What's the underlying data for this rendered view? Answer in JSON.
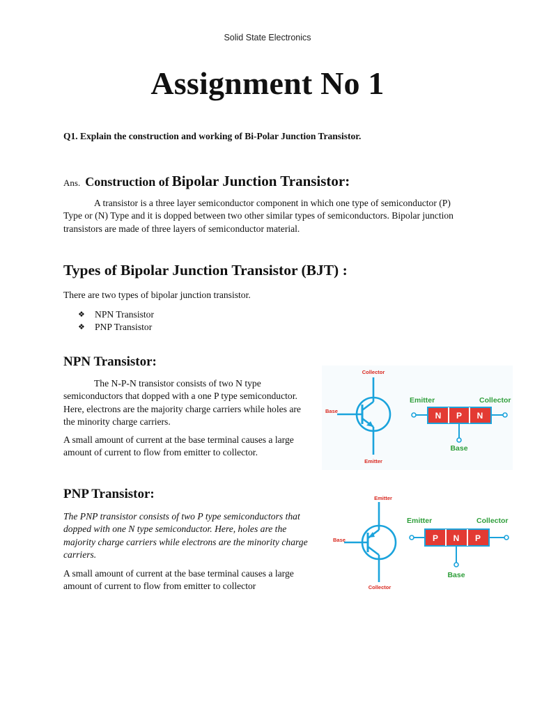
{
  "header": {
    "course": "Solid State Electronics"
  },
  "title": "Assignment No 1",
  "question": "Q1. Explain the construction and working of Bi-Polar Junction Transistor.",
  "answer_heading": {
    "label": "Ans.",
    "text1": "Construction of",
    "text2": "Bipolar Junction Transistor",
    "colon": ":"
  },
  "construction_paragraph": "A transistor is a three layer semiconductor component in which one type of semiconductor (P) Type or (N) Type and it is dopped between two other similar types of semiconductors. Bipolar junction transistors are made of three layers of semiconductor material.",
  "types": {
    "heading": "Types of Bipolar Junction Transistor (BJT) :",
    "intro": "There are two types of bipolar junction transistor.",
    "items": [
      "NPN Transistor",
      "PNP Transistor"
    ],
    "bullet_glyph": "❖"
  },
  "npn": {
    "heading": "NPN Transistor:",
    "para1": "The N-P-N transistor consists of two N type semiconductors that dopped with a one P type semiconductor. Here, electrons are the majority charge carriers while holes are the minority charge carriers.",
    "para2": "A small amount of current at the base terminal causes a large amount of current to flow from emitter to collector.",
    "diagram": {
      "symbol_labels": {
        "top": "Collector",
        "left": "Base",
        "bottom": "Emitter"
      },
      "block_labels": {
        "left": "Emitter",
        "right": "Collector",
        "bottom": "Base"
      },
      "layers": [
        "N",
        "P",
        "N"
      ]
    }
  },
  "pnp": {
    "heading": "PNP Transistor:",
    "para1": "The PNP transistor consists of two P type semiconductors that dopped with one N type semiconductor. Here, holes are the majority charge carriers while electrons are the minority charge carriers.",
    "para2": "A small amount of current at the base terminal causes a large amount of current to flow from emitter to collector",
    "diagram": {
      "symbol_labels": {
        "top": "Emitter",
        "left": "Base",
        "bottom": "Collector"
      },
      "block_labels": {
        "left": "Emitter",
        "right": "Collector",
        "bottom": "Base"
      },
      "layers": [
        "P",
        "N",
        "P"
      ]
    }
  },
  "colors": {
    "symbol_line": "#1aa3dc",
    "symbol_label": "#d9281f",
    "block_label": "#2e9e3a",
    "layer_fill": "#e33a33",
    "layer_text": "#ffffff",
    "diagram_bg": "#f7fbfd"
  }
}
